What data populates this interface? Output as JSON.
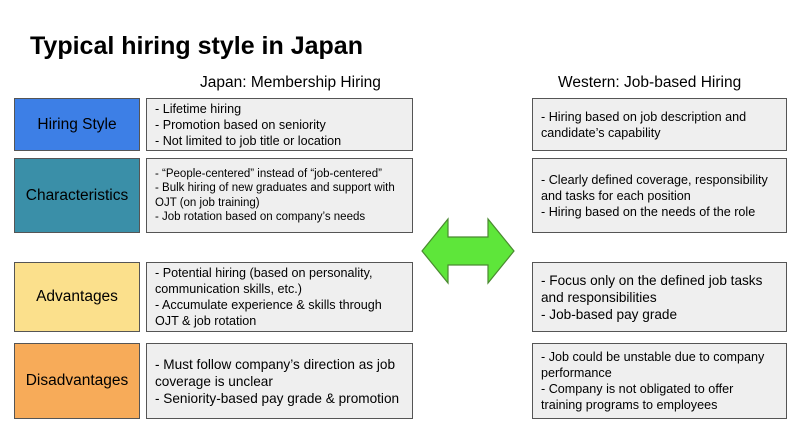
{
  "title": "Typical hiring style in Japan",
  "columns": {
    "japan": "Japan: Membership Hiring",
    "western": "Western: Job-based Hiring"
  },
  "rows": [
    {
      "label": "Hiring Style",
      "color": "#3d7fe6",
      "japan": [
        "- Lifetime hiring",
        "- Promotion based on seniority",
        "- Not limited to job title or location"
      ],
      "western": [
        "- Hiring based on job description and",
        "candidate’s capability"
      ]
    },
    {
      "label": "Characteristics",
      "color": "#3a8fa8",
      "japan": [
        "- “People-centered” instead of “job-centered”",
        "- Bulk hiring of new graduates and support with",
        "OJT (on job training)",
        "- Job rotation based on company’s needs"
      ],
      "western": [
        "- Clearly defined coverage, responsibility",
        "and tasks for each position",
        "- Hiring based on the needs of the role"
      ]
    },
    {
      "label": "Advantages",
      "color": "#fbe08c",
      "japan": [
        "- Potential hiring (based on personality,",
        "communication skills, etc.)",
        "- Accumulate experience & skills through",
        "OJT & job rotation"
      ],
      "western": [
        "- Focus only on the defined job tasks",
        "and responsibilities",
        "- Job-based pay grade"
      ]
    },
    {
      "label": "Disadvantages",
      "color": "#f7ab59",
      "japan": [
        "- Must follow company’s direction as job",
        "coverage is unclear",
        "- Seniority-based pay grade & promotion"
      ],
      "western": [
        "- Job could be unstable due to company",
        "performance",
        "- Company is not obligated to offer",
        "training programs to employees"
      ]
    }
  ],
  "arrow_color": "#5ee63a",
  "arrow_icon": "double-arrow-icon"
}
